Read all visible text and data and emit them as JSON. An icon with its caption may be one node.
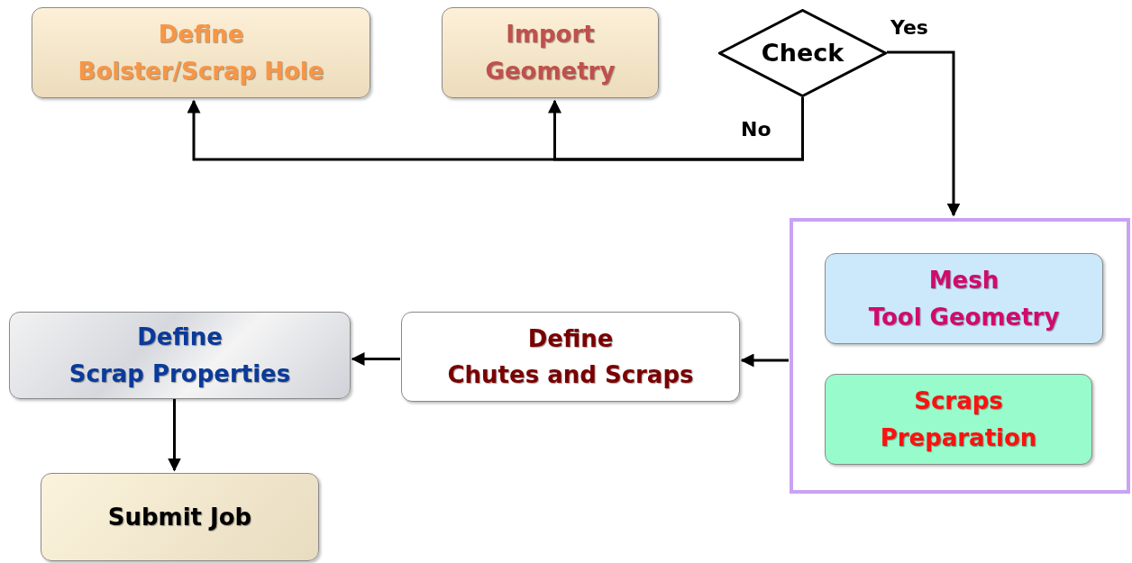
{
  "diagram": {
    "nodes": [
      {
        "text": [
          "Define Bolster/Scrap Hole"
        ]
      },
      {
        "text": [
          "Import Geometry"
        ]
      },
      {
        "text": [
          "Check"
        ]
      },
      {
        "text": [],
        "shape": "box"
      },
      {
        "text": [
          "Mesh Tool Geometry"
        ],
        "in": 3
      },
      {
        "text": [
          "Scraps Preparation"
        ],
        "in": 3
      },
      {
        "text": [
          "Define Chutes and Scraps"
        ]
      },
      {
        "text": [
          "Define Scrap Properties"
        ]
      },
      {
        "text": [
          "Submit Job"
        ]
      }
    ],
    "edges": [
      {
        "from": 2,
        "to": 0,
        "arrow": "to",
        "label": "No"
      },
      {
        "from": 2,
        "to": 1,
        "arrow": "to"
      },
      {
        "from": 2,
        "to": 3,
        "arrow": "to",
        "label": "Yes"
      },
      {
        "from": 3,
        "to": 6,
        "arrow": "to"
      },
      {
        "from": 6,
        "to": 7,
        "arrow": "to"
      },
      {
        "from": 7,
        "to": 8,
        "arrow": "to"
      }
    ]
  }
}
